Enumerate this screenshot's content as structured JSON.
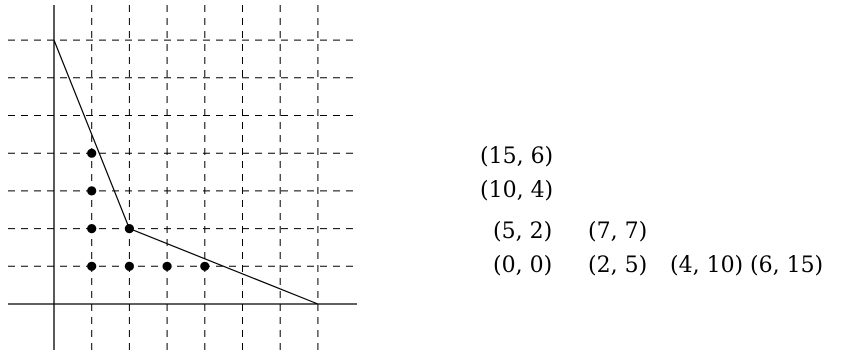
{
  "diagram": {
    "points": [
      {
        "x": 1,
        "y": 1
      },
      {
        "x": 2,
        "y": 1
      },
      {
        "x": 3,
        "y": 1
      },
      {
        "x": 4,
        "y": 1
      },
      {
        "x": 1,
        "y": 2
      },
      {
        "x": 2,
        "y": 2
      },
      {
        "x": 1,
        "y": 3
      },
      {
        "x": 1,
        "y": 4
      }
    ],
    "boundary": [
      {
        "x": 0,
        "y": 7
      },
      {
        "x": 2,
        "y": 2
      },
      {
        "x": 7,
        "y": 0
      }
    ],
    "grid": {
      "min": -1,
      "max": 8
    }
  },
  "labels": {
    "row1": [
      "(15, 6)"
    ],
    "row2": [
      "(10, 4)"
    ],
    "row3": [
      "(5, 2)",
      "(7, 7)"
    ],
    "row4": [
      "(0, 0)",
      "(2, 5)",
      "(4, 10)",
      "(6, 15)"
    ]
  }
}
